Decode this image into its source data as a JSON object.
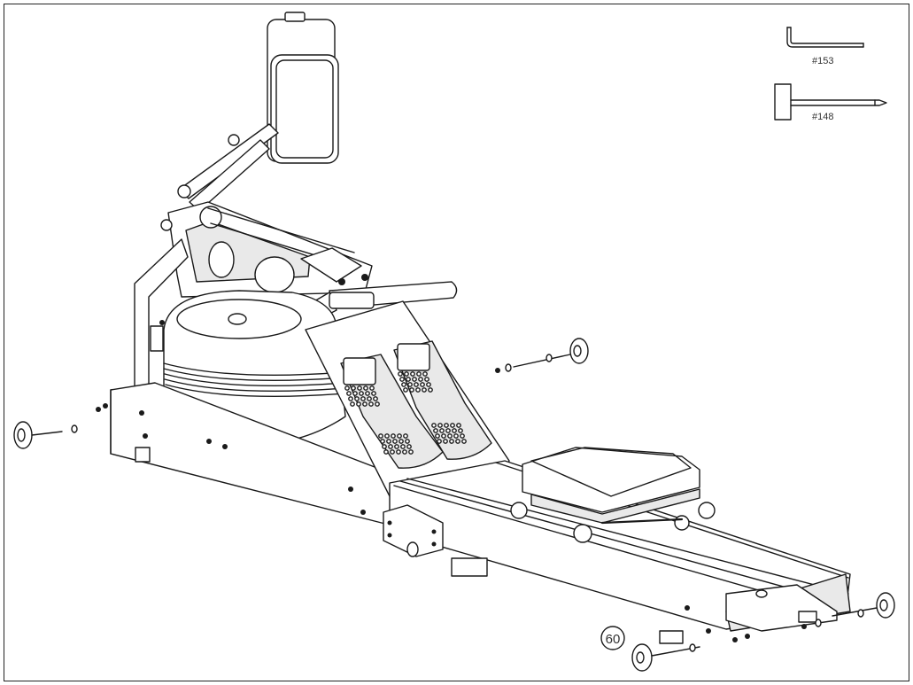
{
  "tools": [
    {
      "name": "hex-key",
      "label": "#153"
    },
    {
      "name": "wrench",
      "label": "#148"
    }
  ],
  "callouts": [
    {
      "label": "60"
    }
  ],
  "colors": {
    "line": "#1a1a1a",
    "background": "#ffffff"
  }
}
